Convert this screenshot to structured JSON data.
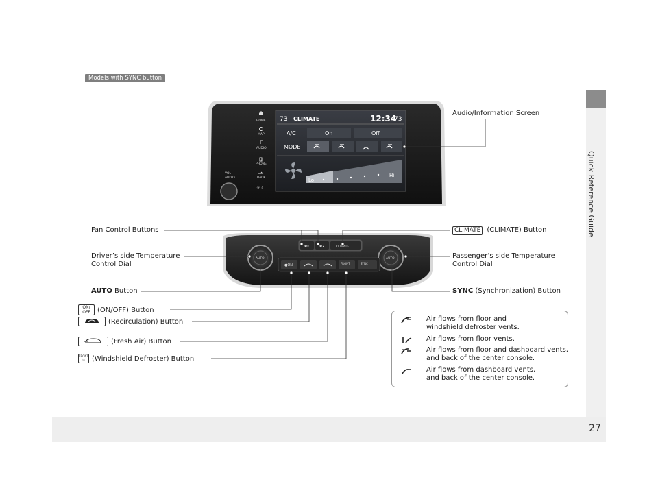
{
  "badge": "Models with SYNC button",
  "side_label": "Quick Reference Guide",
  "page_number": "27",
  "labels": {
    "audio_screen": "Audio/Information Screen",
    "fan_buttons": "Fan Control Buttons",
    "climate_key": "CLIMATE",
    "climate_button": "(CLIMATE) Button",
    "driver_dial_1": "Driver’s side Temperature",
    "driver_dial_2": "Control Dial",
    "passenger_dial_1": "Passenger’s side Temperature",
    "passenger_dial_2": "Control Dial",
    "auto_bold": "AUTO",
    "auto_rest": " Button",
    "sync_bold": "SYNC",
    "sync_rest": " (Synchronization) Button",
    "onoff": "(ON/OFF) Button",
    "recirc": "(Recirculation) Button",
    "fresh": "(Fresh Air) Button",
    "defrost": "(Windshield Defroster) Button"
  },
  "legend": [
    {
      "icon": "floor-and-windshield-icon",
      "text1": "Air flows from floor and",
      "text2": "windshield defroster vents."
    },
    {
      "icon": "floor-vent-icon",
      "text1": "Air flows from floor vents.",
      "text2": ""
    },
    {
      "icon": "floor-and-dashboard-icon",
      "text1": "Air flows from floor and dashboard vents,",
      "text2": "and back of the center console."
    },
    {
      "icon": "dashboard-vent-icon",
      "text1": "Air flows from dashboard vents,",
      "text2": "and back of the center console."
    }
  ],
  "screen": {
    "temp_left": "73",
    "title": "CLIMATE",
    "clock": "12:34",
    "temp_right": "73",
    "ac_label": "A/C",
    "on_label": "On",
    "off_label": "Off",
    "mode_label": "MODE",
    "fan_lo": "Lo",
    "fan_hi": "Hi",
    "side_buttons": [
      "HOME",
      "MAP",
      "AUDIO",
      "PHONE",
      "BACK"
    ],
    "vol_label": "VOL",
    "audio_label": "AUDIO"
  },
  "panel": {
    "climate_key": "CLIMATE",
    "auto_left": "AUTO",
    "auto_right": "AUTO",
    "front_key": "FRONT",
    "sync_key": "SYNC"
  },
  "colors": {
    "badge_bg": "#7f7f7f",
    "unit_dark": "#1c1c1c",
    "screen_bg": "#222428",
    "screen_text": "#ffffff"
  }
}
